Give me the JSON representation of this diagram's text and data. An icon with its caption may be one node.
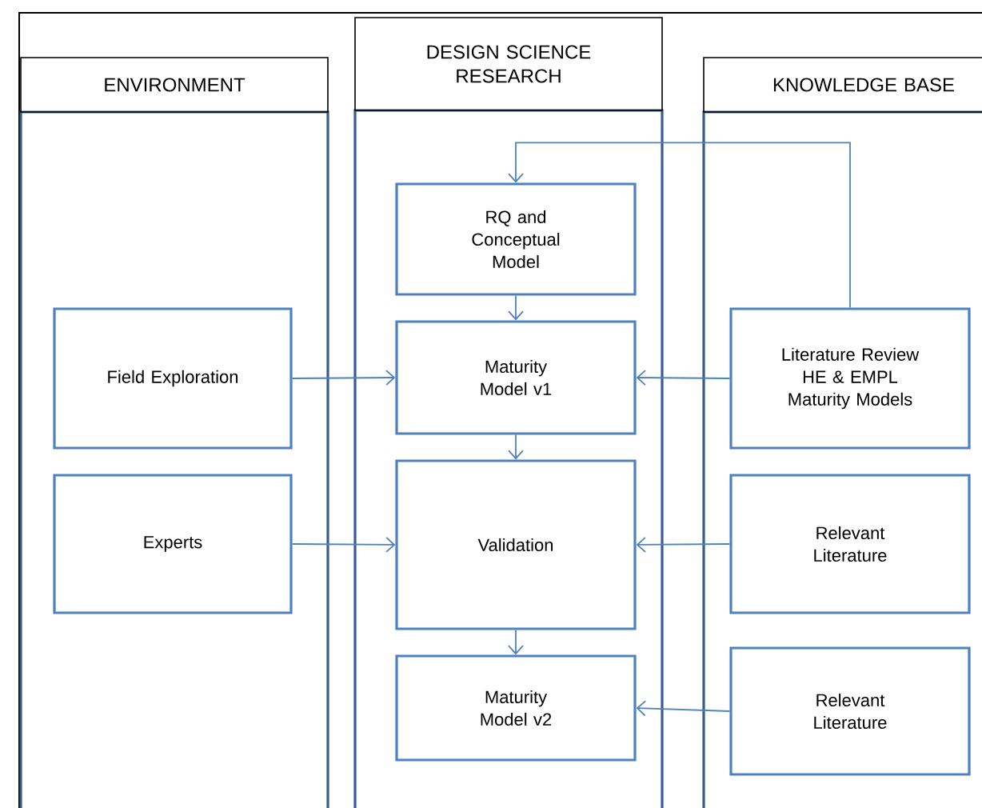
{
  "diagram": {
    "nodes": [
      {
        "text": [
          "ENVIRONMENT"
        ]
      },
      {
        "text": [
          "Field Exploration"
        ],
        "in": 0
      },
      {
        "text": [
          "Experts"
        ],
        "in": 0
      },
      {
        "text": [
          "DESIGN SCIENCE RESEARCH"
        ]
      },
      {
        "text": [
          "RQ and Conceptual Model"
        ],
        "in": 3
      },
      {
        "text": [
          "Maturity Model v1"
        ],
        "in": 3
      },
      {
        "text": [
          "Validation"
        ],
        "in": 3
      },
      {
        "text": [
          "Maturity Model v2"
        ],
        "in": 3
      },
      {
        "text": [
          "KNOWLEDGE BASE"
        ]
      },
      {
        "text": [
          "Literature Review HE & EMPL Maturity Models"
        ],
        "in": 8
      },
      {
        "text": [
          "Relevant Literature"
        ],
        "in": 8
      },
      {
        "text": [
          "Relevant Literature"
        ],
        "in": 8
      }
    ],
    "edges": [
      {
        "from": 9,
        "to": 4,
        "arrow": "to"
      },
      {
        "from": 1,
        "to": 5,
        "arrow": "to"
      },
      {
        "from": 9,
        "to": 5,
        "arrow": "to"
      },
      {
        "from": 4,
        "to": 5,
        "arrow": "to"
      },
      {
        "from": 5,
        "to": 6,
        "arrow": "to"
      },
      {
        "from": 2,
        "to": 6,
        "arrow": "to"
      },
      {
        "from": 10,
        "to": 6,
        "arrow": "to"
      },
      {
        "from": 6,
        "to": 7,
        "arrow": "to"
      },
      {
        "from": 11,
        "to": 7,
        "arrow": "to"
      }
    ]
  }
}
